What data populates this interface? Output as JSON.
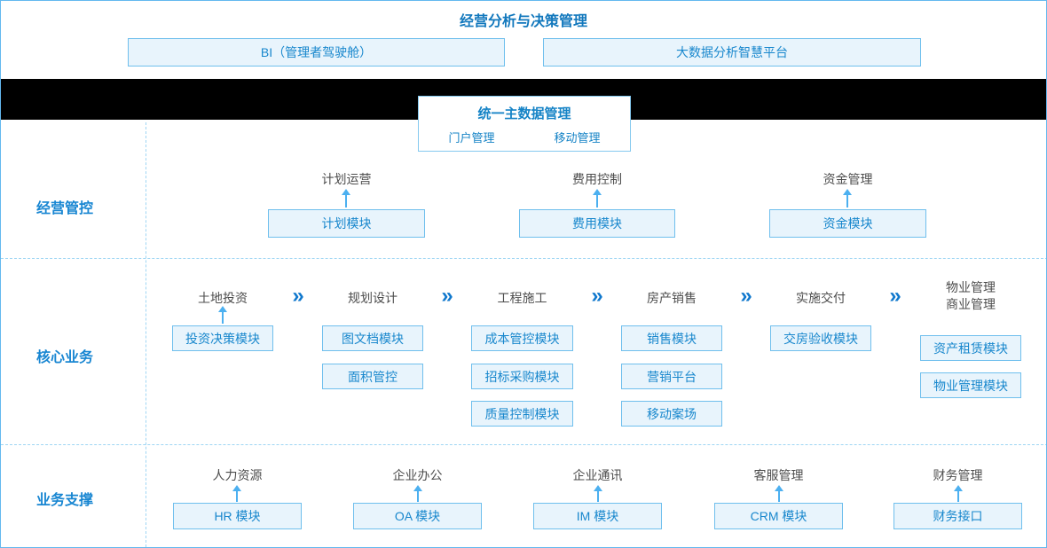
{
  "colors": {
    "accent_blue": "#1583c6",
    "title_blue": "#1278bd",
    "row_label_blue": "#1886d2",
    "box_fill": "#e8f4fc",
    "box_border": "#6fbfed",
    "stage_text": "#4d4d4d",
    "arrow_blue": "#4cb0f0",
    "dashed_line": "#9fd6f4",
    "outer_border": "#63b8ef",
    "black_bar": "#000000"
  },
  "header": {
    "title": "经营分析与决策管理",
    "bi_box": "BI（管理者驾驶舱）",
    "bigdata_box": "大数据分析智慧平台"
  },
  "master": {
    "title": "统一主数据管理",
    "item1": "门户管理",
    "item2": "移动管理"
  },
  "op": {
    "label": "经营管控",
    "cols": [
      {
        "stage": "计划运营",
        "box": "计划模块"
      },
      {
        "stage": "费用控制",
        "box": "费用模块"
      },
      {
        "stage": "资金管理",
        "box": "资金模块"
      }
    ]
  },
  "core": {
    "label": "核心业务",
    "chevron": "»",
    "cols": [
      {
        "stage": "土地投资",
        "boxes": [
          "投资决策模块"
        ]
      },
      {
        "stage": "规划设计",
        "boxes": [
          "图文档模块",
          "面积管控"
        ]
      },
      {
        "stage": "工程施工",
        "boxes": [
          "成本管控模块",
          "招标采购模块",
          "质量控制模块"
        ]
      },
      {
        "stage": "房产销售",
        "boxes": [
          "销售模块",
          "营销平台",
          "移动案场"
        ]
      },
      {
        "stage": "实施交付",
        "boxes": [
          "交房验收模块"
        ]
      },
      {
        "stage_line1": "物业管理",
        "stage_line2": "商业管理",
        "boxes": [
          "资产租赁模块",
          "物业管理模块"
        ]
      }
    ]
  },
  "support": {
    "label": "业务支撑",
    "cols": [
      {
        "stage": "人力资源",
        "box": "HR 模块"
      },
      {
        "stage": "企业办公",
        "box": "OA 模块"
      },
      {
        "stage": "企业通讯",
        "box": "IM 模块"
      },
      {
        "stage": "客服管理",
        "box": "CRM 模块"
      },
      {
        "stage": "财务管理",
        "box": "财务接口"
      }
    ]
  }
}
